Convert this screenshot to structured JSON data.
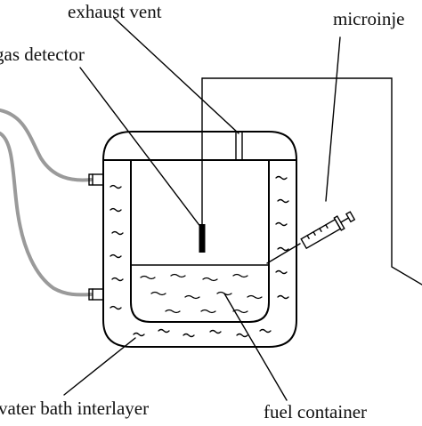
{
  "labels": {
    "exhaust_vent": "exhaust vent",
    "microinjector": "microinje",
    "gas_detector": "gas detector",
    "water_bath_interlayer": "vater bath interlayer",
    "fuel_container": "fuel container"
  }
}
